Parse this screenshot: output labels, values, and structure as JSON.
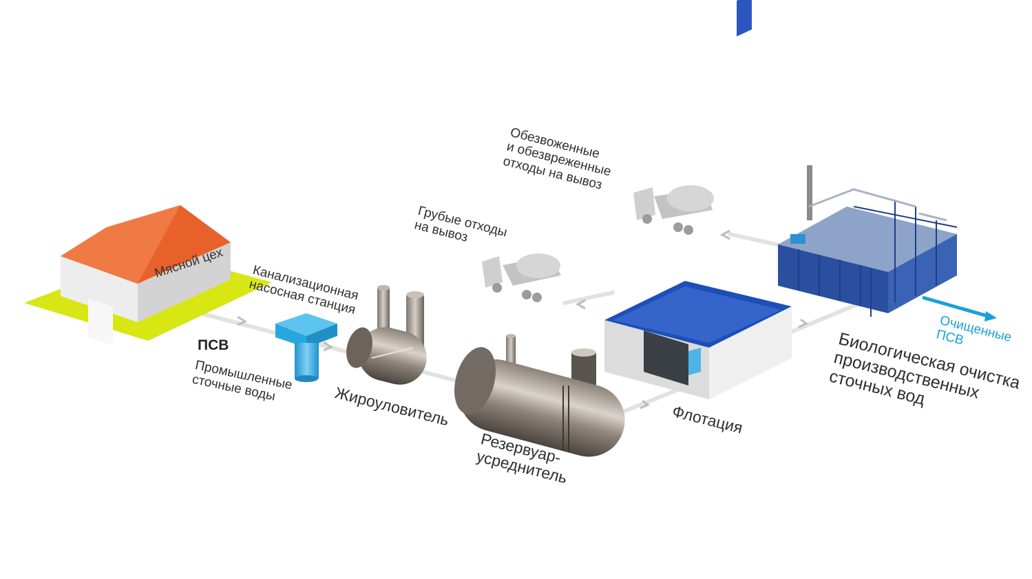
{
  "labels": {
    "meat_shop": "Мясной цех",
    "psv_abbr": "ПСВ",
    "psv_full": [
      "Промышленные",
      "сточные воды"
    ],
    "pump_station": [
      "Канализационная",
      "насосная станция"
    ],
    "grease_trap": "Жироуловитель",
    "equalization_tank": [
      "Резервуар-",
      "усреднитель"
    ],
    "flotation": "Флотация",
    "coarse_waste": [
      "Грубые отходы",
      "на вывоз"
    ],
    "dewatered_waste": [
      "Обезвоженные",
      "и обезвреженные",
      "отходы на вывоз"
    ],
    "bio_treatment": [
      "Биологическая очистка",
      "производственных",
      "сточных вод"
    ],
    "clean_water": [
      "Очищенные",
      "ПСВ"
    ]
  },
  "colors": {
    "roof": "#e8602a",
    "ground": "#d8e614",
    "pump": "#29aee6",
    "frame_blue": "#1c4fb8",
    "clean_flow": "#1aa0d8",
    "pipe": "#dcdcdc",
    "truck": "#c9c9c9"
  }
}
